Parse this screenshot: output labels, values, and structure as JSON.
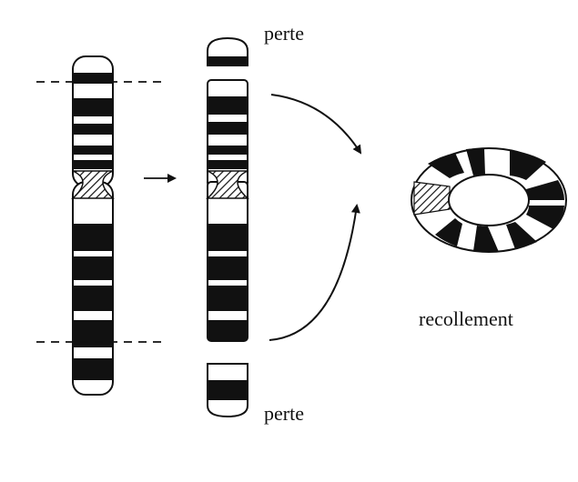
{
  "labels": {
    "top_loss": "perte",
    "bottom_loss": "perte",
    "ring_caption": "recollement"
  },
  "colors": {
    "ink": "#111111",
    "paper": "#ffffff"
  }
}
